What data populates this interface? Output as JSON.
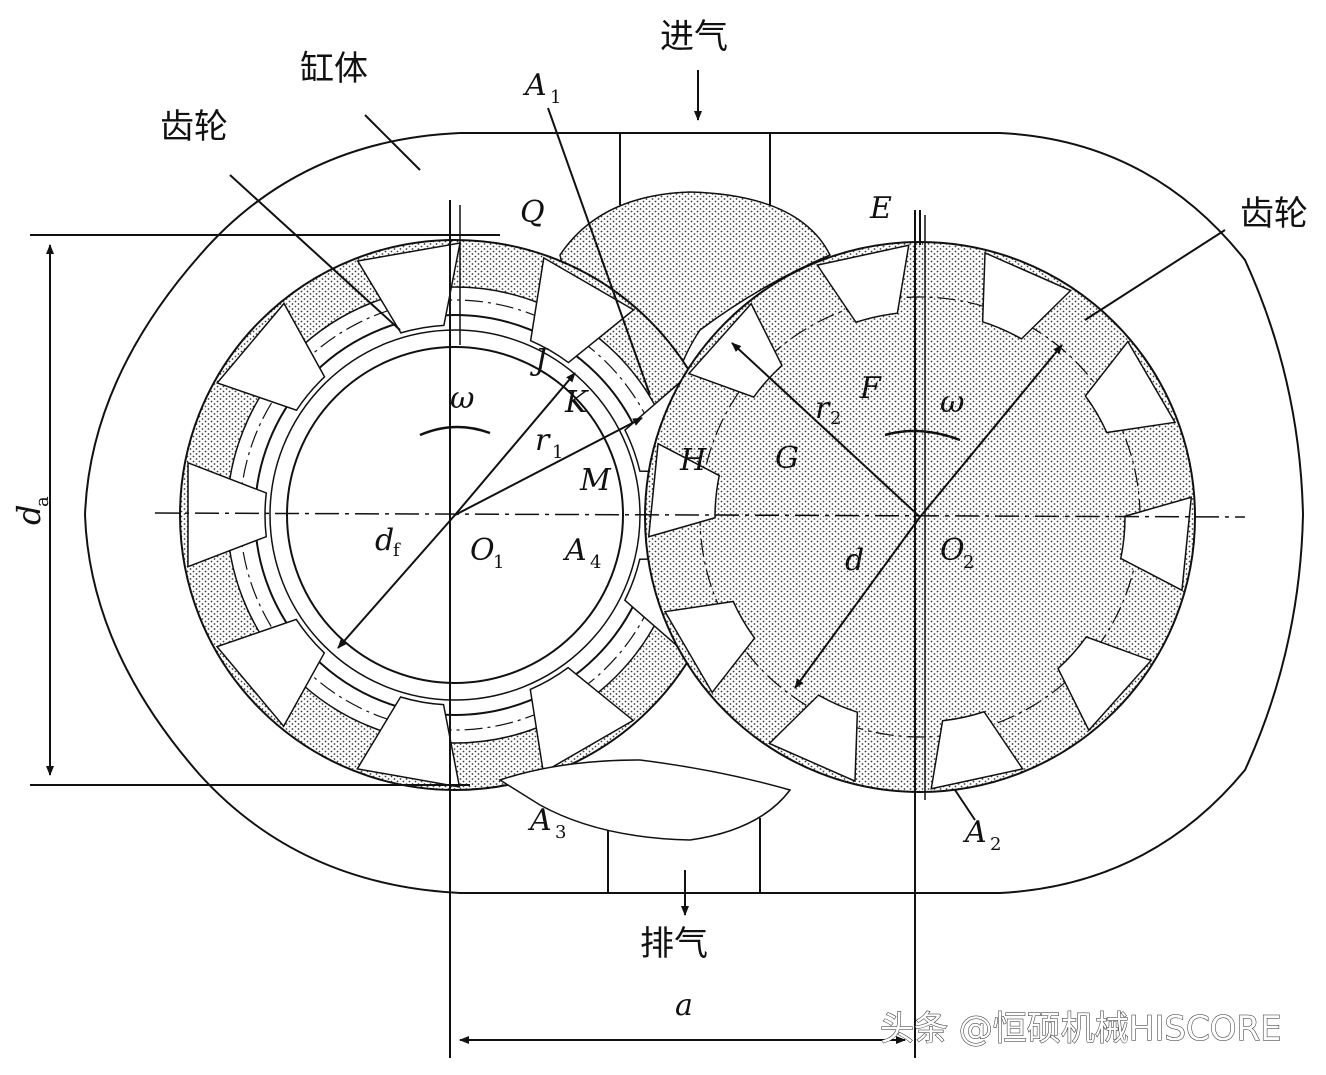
{
  "labels": {
    "inlet": "进气",
    "outlet": "排气",
    "casing": "缸体",
    "gear_left": "齿轮",
    "gear_right": "齿轮",
    "A1": "A",
    "A1_sub": "1",
    "A2": "A",
    "A2_sub": "2",
    "A3": "A",
    "A3_sub": "3",
    "A4": "A",
    "A4_sub": "4",
    "Q": "Q",
    "E": "E",
    "J": "J",
    "K": "K",
    "M": "M",
    "H": "H",
    "G": "G",
    "F": "F",
    "O1": "O",
    "O1_sub": "1",
    "O2": "O",
    "O2_sub": "2",
    "r1": "r",
    "r1_sub": "1",
    "r2": "r",
    "r2_sub": "2",
    "omega_left": "ω",
    "omega_right": "ω",
    "df": "d",
    "df_sub": "f",
    "d": "d",
    "da": "d",
    "da_sub": "a",
    "a": "a"
  },
  "watermark": "头条 @恒硕机械HISCORE",
  "colors": {
    "line": "#111111",
    "hatch_dot": "#3a3a3a",
    "background": "#ffffff"
  }
}
